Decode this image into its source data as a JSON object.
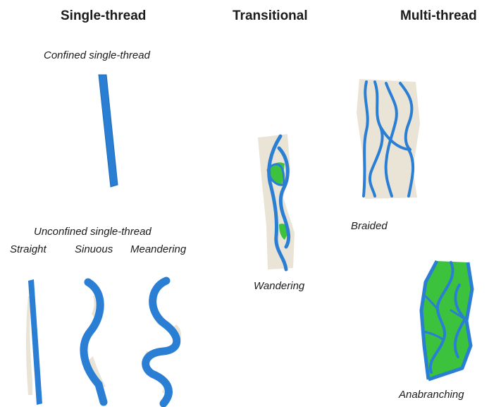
{
  "headers": {
    "single": "Single-thread",
    "transitional": "Transitional",
    "multi": "Multi-thread"
  },
  "labels": {
    "confined": "Confined single-thread",
    "unconfined": "Unconfined single-thread",
    "straight": "Straight",
    "sinuous": "Sinuous",
    "meandering": "Meandering",
    "wandering": "Wandering",
    "braided": "Braided",
    "anabranching": "Anabranching"
  },
  "colors": {
    "channel": "#2a7fd4",
    "floodplain": "#e9e4d6",
    "vegetated_bar": "#3cc23c"
  }
}
